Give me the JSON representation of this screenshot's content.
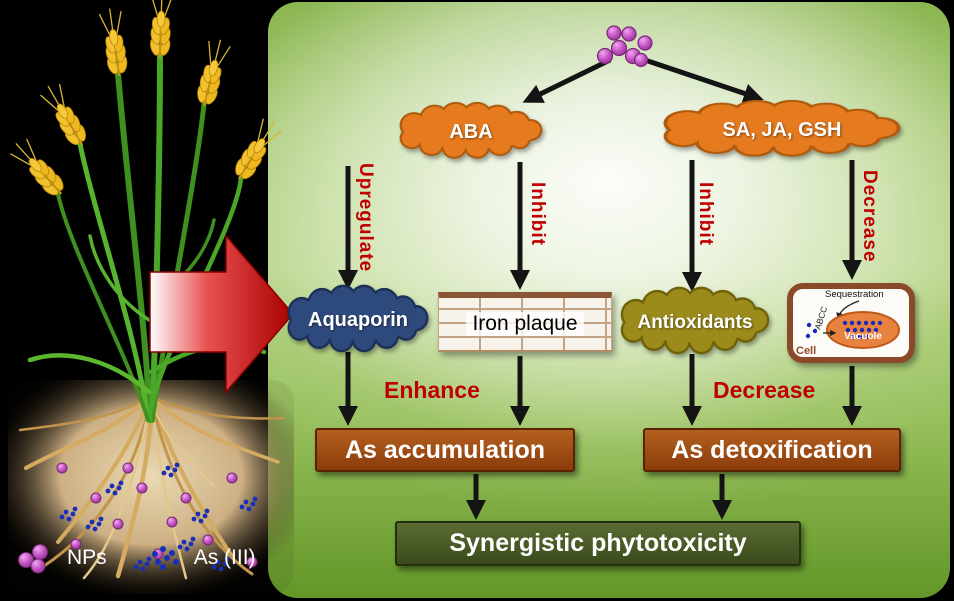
{
  "colors": {
    "label_red": "#c00000",
    "cloud_orange": "#e67a1e",
    "cloud_blue": "#2e4a7c",
    "cloud_olive": "#9b8b1b",
    "box_brown": "#9a4a12",
    "box_dark_green": "#44561e",
    "np_magenta": "#c455c4",
    "as_blue": "#2038c8",
    "panel_green": "#7cab3f"
  },
  "legend": {
    "nps_label": "NPs",
    "as_label": "As (III)"
  },
  "flow": {
    "aba_label": "ABA",
    "hormones_label": "SA, JA, GSH",
    "upregulate_label": "Upregulate",
    "inhibit_aba_label": "Inhibit",
    "inhibit_hormones_label": "Inhibit",
    "decrease_vertical_label": "Decrease",
    "aquaporin_label": "Aquaporin",
    "iron_plaque_label": "Iron plaque",
    "antioxidants_label": "Antioxidants",
    "enhance_label": "Enhance",
    "decrease_label": "Decrease",
    "as_accumulation_label": "As accumulation",
    "as_detoxification_label": "As detoxification",
    "synergy_label": "Synergistic phytotoxicity",
    "cell_diagram": {
      "sequestration_label": "Sequestration",
      "vacuole_label": "Vacuole",
      "abcc_label": "ABCC",
      "cell_label": "Cell"
    }
  }
}
